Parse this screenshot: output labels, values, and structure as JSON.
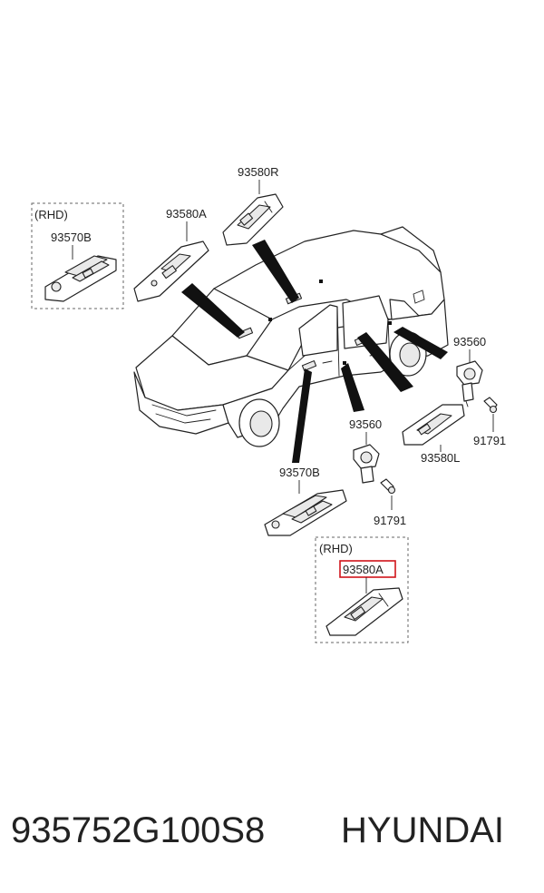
{
  "labels": {
    "switch_front_left": "93580A",
    "switch_front_right": "93580R",
    "switch_rear_left": "93580L",
    "main_switch": "93570B",
    "courtesy_switch": "93560",
    "screw": "91791",
    "rhd": "(RHD)",
    "highlighted_part": "93580A"
  },
  "footer": {
    "part_number": "935752G100S8",
    "brand": "HYUNDAI"
  },
  "colors": {
    "highlight": "#d0141b",
    "ink": "#222222"
  }
}
